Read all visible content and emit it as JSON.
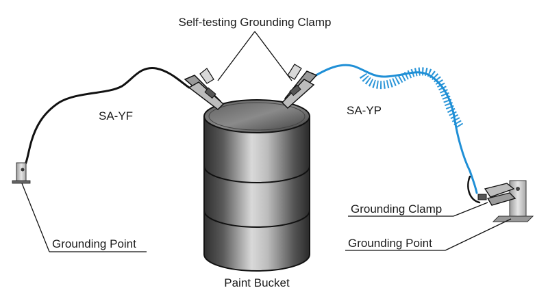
{
  "labels": {
    "top_clamp": "Self-testing Grounding Clamp",
    "cable_left": "SA-YF",
    "cable_right": "SA-YP",
    "grounding_point_left": "Grounding Point",
    "grounding_clamp": "Grounding Clamp",
    "grounding_point_right": "Grounding Point",
    "bucket": "Paint Bucket"
  },
  "colors": {
    "black_cable": "#111111",
    "blue_cable": "#1f8fd6",
    "bucket_dark": "#3a3a3a",
    "bucket_light": "#cfcfcf"
  }
}
